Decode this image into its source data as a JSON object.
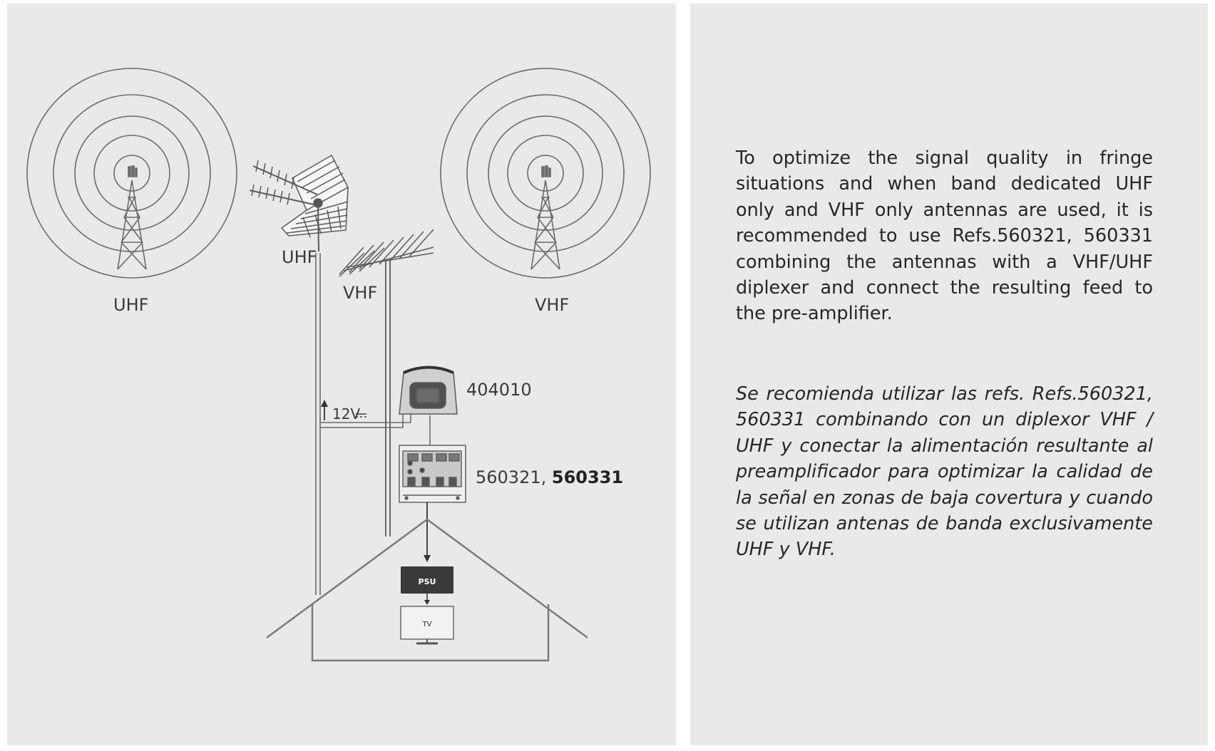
{
  "diagram": {
    "labels": {
      "uhf_tower": "UHF",
      "vhf_tower": "VHF",
      "uhf_antenna": "UHF",
      "vhf_antenna": "VHF",
      "voltage": "12V",
      "ref_404010": "404010",
      "ref_diplexer_a": "560321, ",
      "ref_diplexer_b": "560331",
      "psu": "PSU",
      "tv": "TV"
    }
  },
  "text": {
    "english": "To optimize the signal quality in fringe situations and when band dedicated UHF only and VHF only antennas are used, it is recommended to use Refs.560321, 560331 combining the antennas with a VHF/UHF diplexer and connect the resulting feed to the pre-amplifier.",
    "spanish": "Se recomienda utilizar las refs. Refs.560321, 560331 combinando con un diplexor VHF / UHF y conectar la alimentación resultante al preamplificador para optimizar la calidad de la señal en zonas de baja covertura y cuando se utilizan antenas de banda exclusivamente UHF y VHF."
  }
}
